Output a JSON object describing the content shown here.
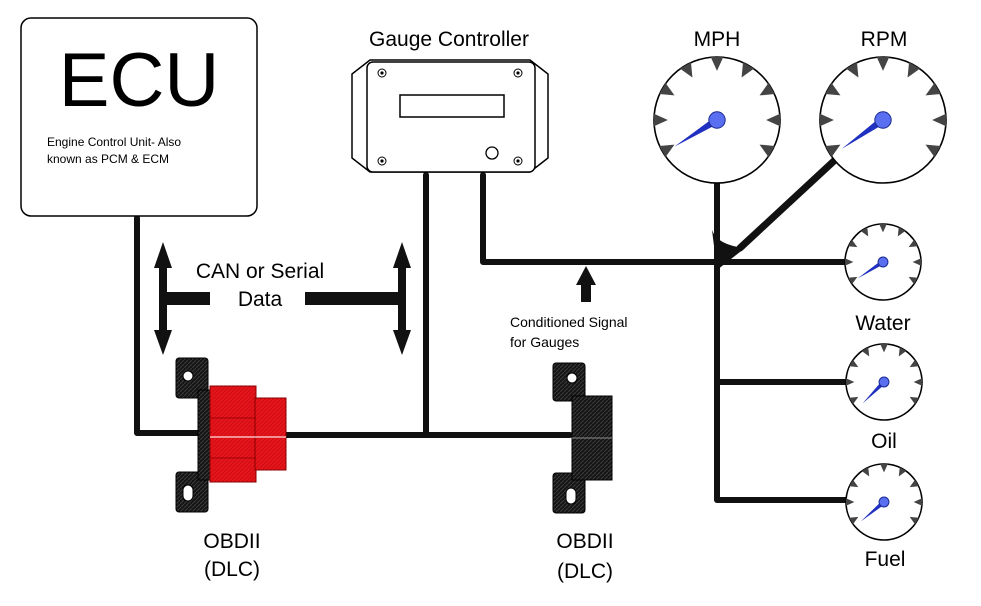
{
  "ecu": {
    "title": "ECU",
    "desc_line1": "Engine Control Unit- Also",
    "desc_line2": "known as PCM & ECM"
  },
  "controller": {
    "title": "Gauge Controller"
  },
  "data_label": {
    "line1": "CAN or Serial",
    "line2": "Data"
  },
  "signal_label": {
    "line1": "Conditioned Signal",
    "line2": "for Gauges"
  },
  "obd_left": {
    "line1": "OBDII",
    "line2": "(DLC)"
  },
  "obd_right": {
    "line1": "OBDII",
    "line2": "(DLC)"
  },
  "gauges": {
    "mph": "MPH",
    "rpm": "RPM",
    "water": "Water",
    "oil": "Oil",
    "fuel": "Fuel"
  },
  "colors": {
    "wire": "#111111",
    "connector_red": "#e8141c",
    "needle": "#2030c0",
    "hub": "#5a6ef0"
  }
}
